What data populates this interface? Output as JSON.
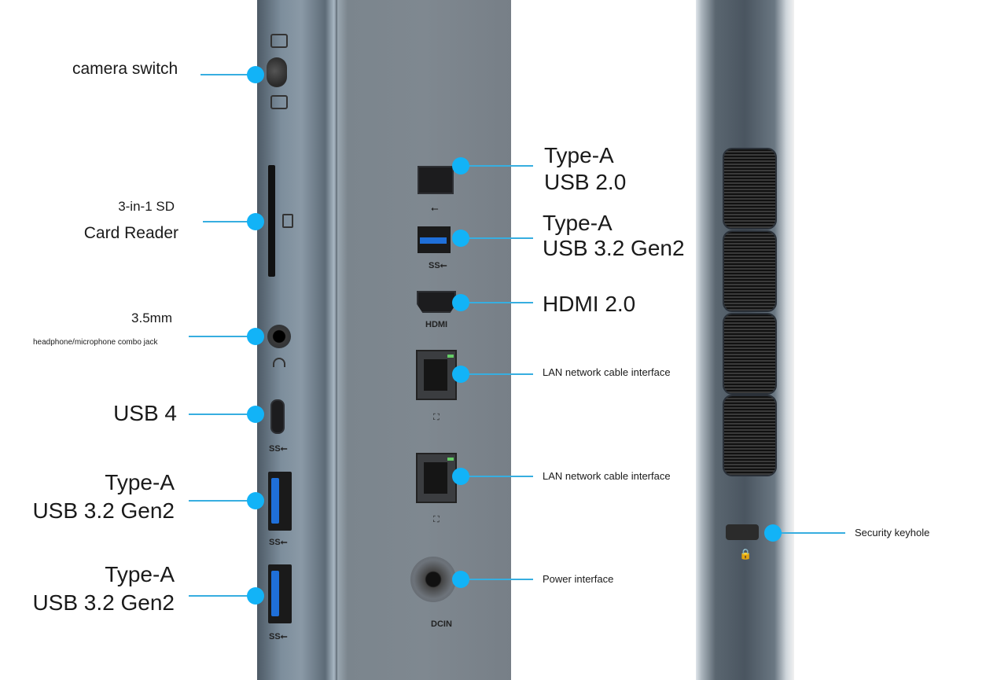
{
  "left_labels": {
    "camera_switch": "camera switch",
    "sd_line1": "3-in-1 SD",
    "sd_line2": "Card Reader",
    "jack_line1": "3.5mm",
    "jack_line2": "headphone/microphone combo jack",
    "usb4": "USB 4",
    "usba1_line1": "Type-A",
    "usba1_line2": "USB 3.2 Gen2",
    "usba2_line1": "Type-A",
    "usba2_line2": "USB 3.2 Gen2"
  },
  "middle_labels": {
    "usb20_line1": "Type-A",
    "usb20_line2": "USB 2.0",
    "usb32_line1": "Type-A",
    "usb32_line2": "USB 3.2 Gen2",
    "hdmi": "HDMI 2.0",
    "lan1": "LAN network cable interface",
    "lan2": "LAN network cable interface",
    "power": "Power interface"
  },
  "right_labels": {
    "keyhole": "Security keyhole"
  },
  "port_marks": {
    "hdmi": "HDMI",
    "dcin": "DCIN",
    "ss": "SS⭠"
  },
  "colors": {
    "callout": "#12b3f7",
    "line": "#37aee0"
  }
}
